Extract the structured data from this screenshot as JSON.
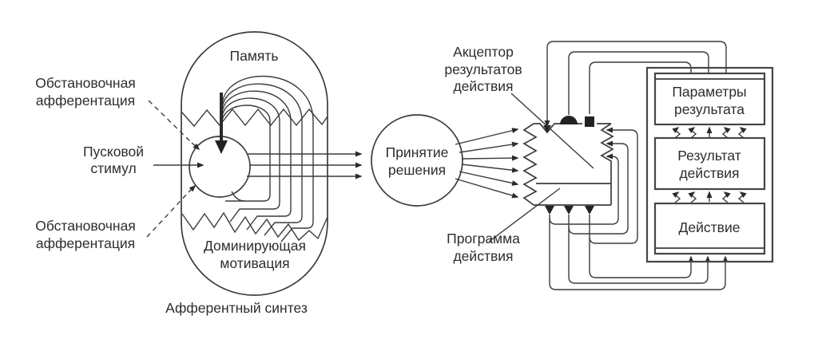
{
  "labels": {
    "memory": "Память",
    "situational_afferentation_top": {
      "line1": "Обстановочная",
      "line2": "афферентация"
    },
    "trigger_stimulus": {
      "line1": "Пусковой",
      "line2": "стимул"
    },
    "situational_afferentation_bottom": {
      "line1": "Обстановочная",
      "line2": "афферентация"
    },
    "dominant_motivation": {
      "line1": "Доминирующая",
      "line2": "мотивация"
    },
    "afferent_synthesis": "Афферентный синтез",
    "decision_making": {
      "line1": "Принятие",
      "line2": "решения"
    },
    "action_result_acceptor": {
      "line1": "Акцептор",
      "line2": "результатов",
      "line3": "действия"
    },
    "action_program": {
      "line1": "Программа",
      "line2": "действия"
    },
    "result_parameters": {
      "line1": "Параметры",
      "line2": "результата"
    },
    "action_result": {
      "line1": "Результат",
      "line2": "действия"
    },
    "action": "Действие"
  },
  "colors": {
    "line": "#3c3c3c",
    "symbol_fill": "#222222",
    "text": "#2d2d2d",
    "background": "#ffffff"
  }
}
